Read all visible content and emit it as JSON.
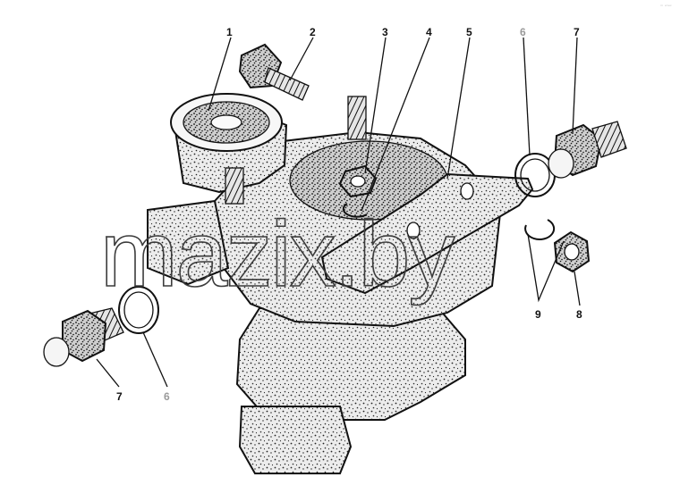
{
  "callouts": {
    "c1": "1",
    "c2": "2",
    "c3": "3",
    "c4": "4",
    "c5": "5",
    "c6_top": "6",
    "c7_top": "7",
    "c9": "9",
    "c8": "8",
    "c7_bottom": "7",
    "c6_bottom": "6"
  },
  "watermark": "mazix.by",
  "corner_mark": "ʳⁿ ʷʷʷ",
  "colors": {
    "ink": "#111111",
    "gray_label": "#9a9a9a",
    "paper": "#ffffff"
  }
}
